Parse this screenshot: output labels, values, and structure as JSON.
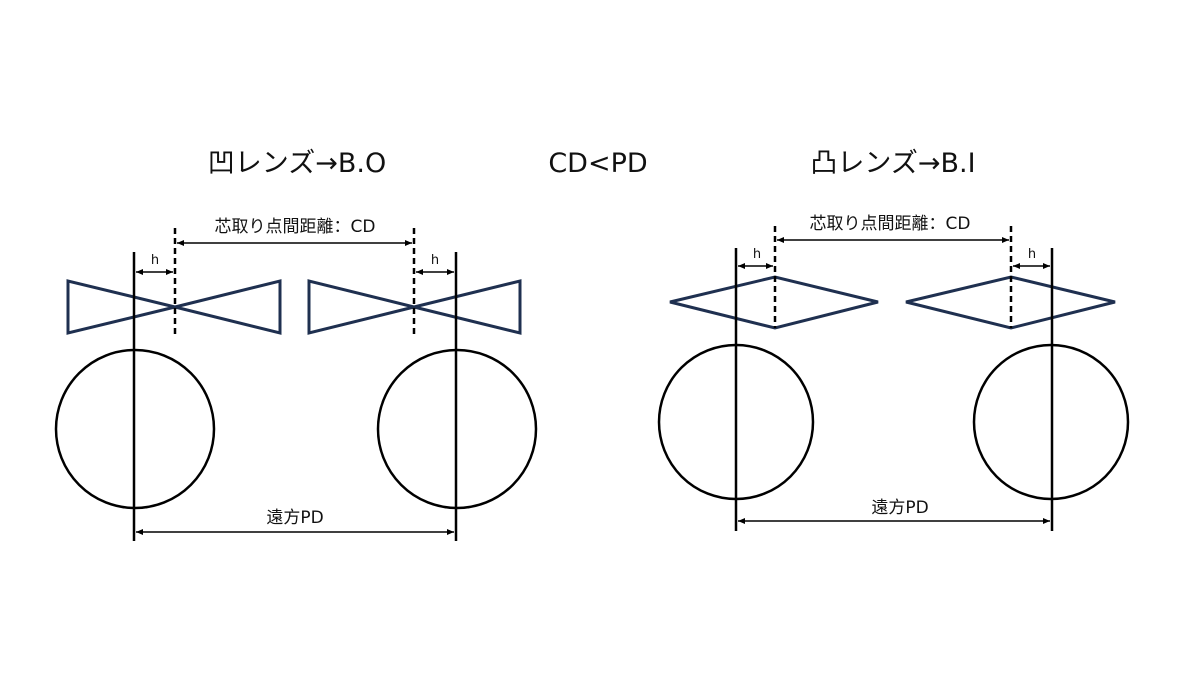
{
  "titles": {
    "concave": "凹レンズ→B.O",
    "relation": "CD<PD",
    "convex": "凸レンズ→B.I"
  },
  "left_diagram": {
    "cd_label": "芯取り点間距離：CD",
    "h_label_left": "h",
    "h_label_right": "h",
    "pd_label": "遠方PD"
  },
  "right_diagram": {
    "cd_label": "芯取り点間距離：CD",
    "h_label_left": "h",
    "h_label_right": "h",
    "pd_label": "遠方PD"
  },
  "colors": {
    "lens_stroke": "#1f3050",
    "line": "#000000"
  }
}
